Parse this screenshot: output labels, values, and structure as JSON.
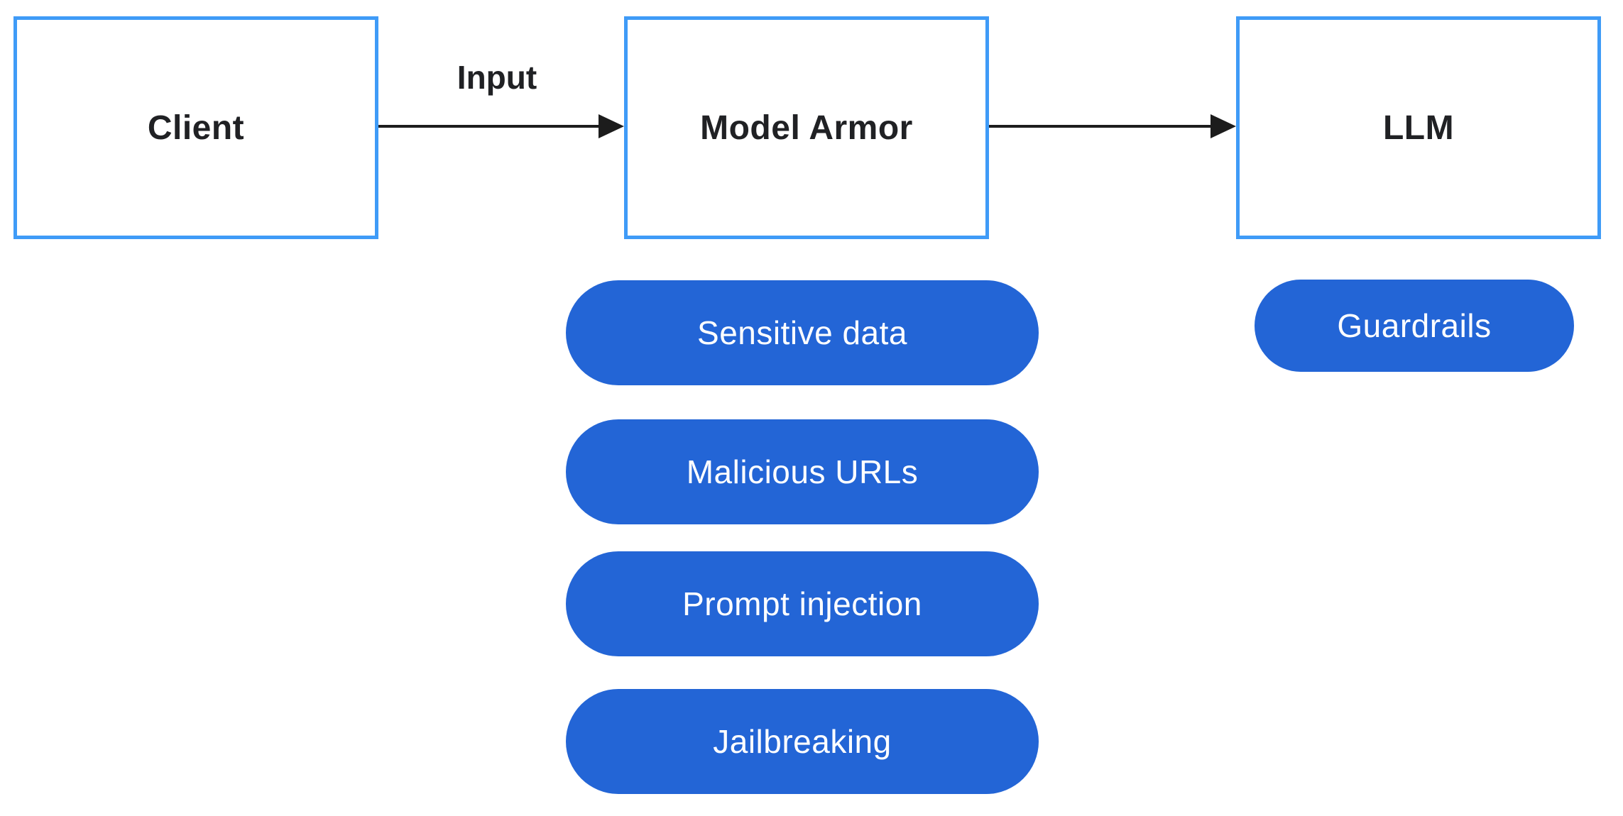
{
  "colors": {
    "background": "#ffffff",
    "box_border_blue": "#3f9bf7",
    "pill_blue": "#2365d6",
    "pill_text": "#ffffff",
    "node_text": "#202124",
    "arrow_black": "#1c1c1c"
  },
  "nodes": {
    "client": {
      "label": "Client"
    },
    "model_armor": {
      "label": "Model Armor"
    },
    "llm": {
      "label": "LLM"
    }
  },
  "edges": {
    "client_to_model_armor": {
      "label": "Input"
    },
    "model_armor_to_llm": {
      "label": ""
    }
  },
  "model_armor_checks": [
    {
      "label": "Sensitive data"
    },
    {
      "label": "Malicious URLs"
    },
    {
      "label": "Prompt injection"
    },
    {
      "label": "Jailbreaking"
    }
  ],
  "llm_badges": [
    {
      "label": "Guardrails"
    }
  ]
}
